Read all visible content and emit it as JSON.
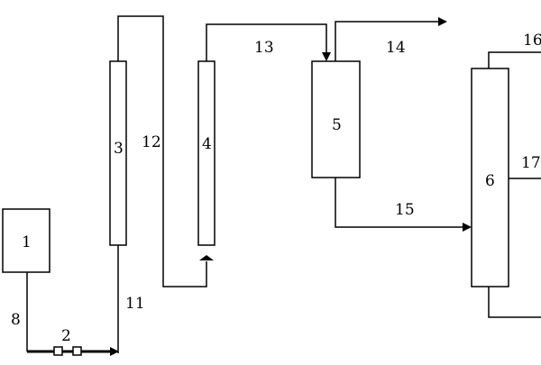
{
  "units": {
    "u1": "1",
    "u3": "3",
    "u4": "4",
    "u5": "5",
    "u6": "6"
  },
  "streams": {
    "s2": "2",
    "s8": "8",
    "s11": "11",
    "s12": "12",
    "s13": "13",
    "s14": "14",
    "s15": "15",
    "s16": "16",
    "s17": "17"
  }
}
